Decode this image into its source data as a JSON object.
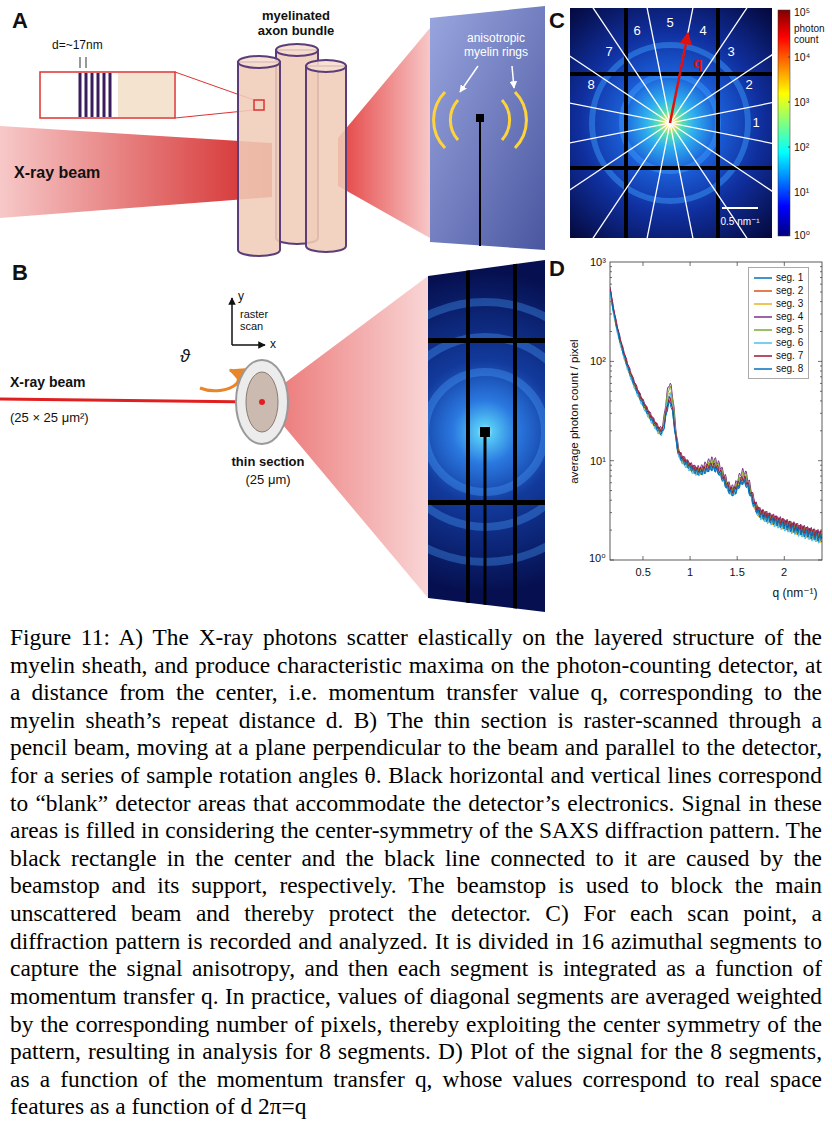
{
  "diagram": {
    "caption": "Figure 11: A) The X-ray photons scatter elastically on the layered structure of the myelin sheath, and produce characteristic maxima on the photon-counting detector, at a distance from the center, i.e. momentum transfer value q, corresponding to the myelin sheath’s repeat distance d. B) The thin section is raster-scanned through a pencil beam, moving at a plane perpendicular to the beam and parallel to the detector, for a series of sample rotation angles θ. Black horizontal and vertical lines correspond to “blank” detector areas that accommodate the detector’s electronics. Signal in these areas is filled in considering the center-symmetry of the SAXS diffraction pattern. The black rectangle in the center and the black line connected to it are caused by the beamstop and its support, respectively. The beamstop is used to block the main unscattered beam and thereby protect the detector. C) For each scan point, a diffraction pattern is recorded and analyzed. It is divided in 16 azimuthal segments to capture the signal anisotropy, and then each segment is integrated as a function of momentum transfer q. In practice, values of diagonal segments are averaged weighted by the corresponding number of pixels, thereby exploiting the center symmetry of the pattern, resulting in analysis for 8 segments. D) Plot of the signal for the 8 segments, as a function of the momentum transfer q, whose values correspond to real space features as a function of d 2π=q",
    "labels": [
      "A",
      "d=~17nm",
      "myelinated axon bundle",
      "X-ray beam",
      "anisotropic myelin rings",
      "B",
      "y",
      "raster scan",
      "x",
      "ϑ",
      "X-ray beam",
      "(25 × 25 μm²)",
      "thin section",
      "(25 μm)",
      "C",
      "5",
      "4",
      "6",
      "3",
      "7",
      "2",
      "8",
      "1",
      "q",
      "10⁵",
      "photon count",
      "10⁴",
      "10³",
      "10²",
      "10¹",
      "10⁰",
      "0.5 nm⁻¹",
      "D",
      "10³",
      "10²",
      "10¹",
      "10⁰",
      "average photon count / pixel",
      "0.5",
      "1",
      "1.5",
      "2",
      "q (nm⁻¹)"
    ],
    "legend": [
      {
        "text": "seg. 1"
      },
      {
        "text": "seg. 2"
      },
      {
        "text": "seg. 3"
      },
      {
        "text": "seg. 4"
      },
      {
        "text": "seg. 5"
      },
      {
        "text": "seg. 6"
      },
      {
        "text": "seg. 7"
      },
      {
        "text": "seg. 8"
      }
    ]
  }
}
